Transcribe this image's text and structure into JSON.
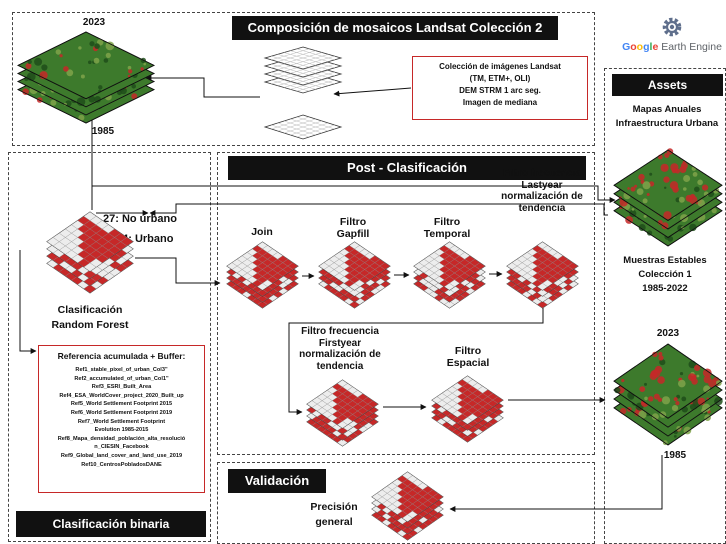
{
  "title": "Composición de mosaicos Landsat Colección 2",
  "year_top_2023": "2023",
  "year_top_1985": "1985",
  "collection_box": {
    "lines": [
      "Colección de imágenes Landsat",
      "(TM, ETM+, OLI)",
      "DEM STRM 1 arc seg.",
      "Imagen de mediana"
    ]
  },
  "gee": {
    "brand": "Google Earth Engine",
    "icon": "gear-icon",
    "brand_colors": [
      "#4285F4",
      "#EA4335",
      "#FBBC05",
      "#34A853"
    ]
  },
  "assets": {
    "header": "Assets",
    "subtitle": [
      "Mapas Anuales",
      "Infraestructura Urbana"
    ],
    "stable_label": [
      "Muestras Estables",
      "Colección 1",
      "1985-2022"
    ],
    "year_2023": "2023",
    "year_1985": "1985"
  },
  "post_header": "Post - Clasificación",
  "classes": {
    "no_urbano": "27: No urbano",
    "urbano": "24: Urbano"
  },
  "classifier": [
    "Clasificación",
    "Random Forest"
  ],
  "steps": {
    "join": "Join",
    "gapfill": [
      "Filtro",
      "Gapfill"
    ],
    "temporal": [
      "Filtro",
      "Temporal"
    ],
    "lastyear": [
      "Filtro frecuencia",
      "Lastyear",
      "normalización de",
      "tendencia"
    ],
    "firstyear": [
      "Filtro frecuencia",
      "Firstyear",
      "normalización de",
      "tendencia"
    ],
    "espacial": [
      "Filtro",
      "Espacial"
    ]
  },
  "reference": {
    "title": "Referencia acumulada + Buffer:",
    "items": [
      "Ref1_stable_pixel_of_urban_Col3\"",
      "Ref2_accumulated_of_urban_Col1\"",
      "Ref3_ESRI_Built_Area",
      "Ref4_ESA_WorldCover_project_2020_Built_up",
      "Ref5_World Settlement Footprint 2015",
      "Ref6_World Settlement Footprint 2019",
      "Ref7_World Settlement Footprint",
      "Evolution 1985-2015",
      "Ref8_Mapa_densidad_población_alta_resolució",
      "n_CIESIN_Facebook",
      "Ref9_Global_land_cover_and_land_use_2019",
      "Ref10_CentrosPobladosDANE"
    ]
  },
  "binary_header": "Clasificación binaria",
  "validation": {
    "header": "Validación",
    "metric": [
      "Precisión",
      "general"
    ]
  },
  "colors": {
    "red": "#c62828",
    "green": "#3d7a2c",
    "dark_green": "#1f4d1a",
    "brand_red": "#d32f2f"
  }
}
